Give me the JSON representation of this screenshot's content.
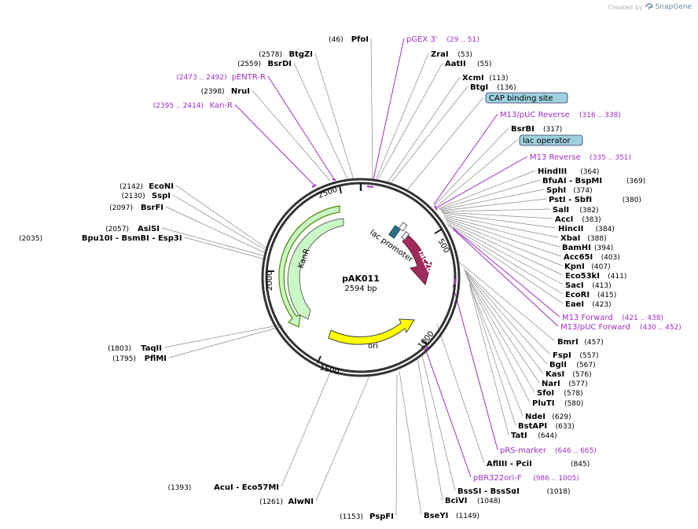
{
  "credit": {
    "created_by": "Created by",
    "brand": "SnapGene"
  },
  "plasmid": {
    "name": "pAK011",
    "size": "2594 bp"
  },
  "ticks": [
    "500",
    "1000",
    "1500",
    "2000",
    "2500"
  ],
  "features": {
    "lacZa": "lacZα",
    "kanr": "KanR",
    "ori": "ori",
    "lac_promoter": "lac promoter"
  },
  "right_labels": [
    {
      "type": "primer",
      "name": "pGEX 3'",
      "pos": "(29 .. 51)"
    },
    {
      "type": "enzyme",
      "name": "ZraI",
      "pos": "(53)"
    },
    {
      "type": "enzyme",
      "name": "AatII",
      "pos": "(55)"
    },
    {
      "type": "enzyme",
      "name": "XcmI",
      "pos": "(113)"
    },
    {
      "type": "enzyme",
      "name": "BtgI",
      "pos": "(136)"
    },
    {
      "type": "box",
      "name": "CAP binding site"
    },
    {
      "type": "primer",
      "name": "M13/pUC Reverse",
      "pos": "(316 .. 338)"
    },
    {
      "type": "enzyme",
      "name": "BsrBI",
      "pos": "(317)"
    },
    {
      "type": "box",
      "name": "lac operator"
    },
    {
      "type": "primer",
      "name": "M13 Reverse",
      "pos": "(335 .. 351)"
    },
    {
      "type": "enzyme",
      "name": "HindIII",
      "pos": "(364)"
    },
    {
      "type": "enzyme",
      "name": "BfuAI - BspMI",
      "pos": "(369)"
    },
    {
      "type": "enzyme",
      "name": "SphI",
      "pos": "(374)"
    },
    {
      "type": "enzyme",
      "name": "PstI - SbfI",
      "pos": "(380)"
    },
    {
      "type": "enzyme",
      "name": "SalI",
      "pos": "(382)"
    },
    {
      "type": "enzyme",
      "name": "AccI",
      "pos": "(383)"
    },
    {
      "type": "enzyme",
      "name": "HincII",
      "pos": "(384)"
    },
    {
      "type": "enzyme",
      "name": "XbaI",
      "pos": "(388)"
    },
    {
      "type": "enzyme",
      "name": "BamHI",
      "pos": "(394)"
    },
    {
      "type": "enzyme",
      "name": "Acc65I",
      "pos": "(403)"
    },
    {
      "type": "enzyme",
      "name": "KpnI",
      "pos": "(407)"
    },
    {
      "type": "enzyme",
      "name": "Eco53kI",
      "pos": "(411)"
    },
    {
      "type": "enzyme",
      "name": "SacI",
      "pos": "(413)"
    },
    {
      "type": "enzyme",
      "name": "EcoRI",
      "pos": "(415)"
    },
    {
      "type": "enzyme",
      "name": "EaeI",
      "pos": "(423)"
    },
    {
      "type": "primer",
      "name": "M13 Forward",
      "pos": "(421 .. 438)"
    },
    {
      "type": "primer",
      "name": "M13/pUC Forward",
      "pos": "(430 .. 452)"
    },
    {
      "type": "enzyme",
      "name": "BmrI",
      "pos": "(457)"
    },
    {
      "type": "enzyme",
      "name": "FspI",
      "pos": "(557)"
    },
    {
      "type": "enzyme",
      "name": "BglI",
      "pos": "(567)"
    },
    {
      "type": "enzyme",
      "name": "KasI",
      "pos": "(576)"
    },
    {
      "type": "enzyme",
      "name": "NarI",
      "pos": "(577)"
    },
    {
      "type": "enzyme",
      "name": "SfoI",
      "pos": "(578)"
    },
    {
      "type": "enzyme",
      "name": "PluTI",
      "pos": "(580)"
    },
    {
      "type": "enzyme",
      "name": "NdeI",
      "pos": "(629)"
    },
    {
      "type": "enzyme",
      "name": "BstAPI",
      "pos": "(633)"
    },
    {
      "type": "enzyme",
      "name": "TatI",
      "pos": "(644)"
    },
    {
      "type": "primer",
      "name": "pRS-marker",
      "pos": "(646 .. 665)"
    },
    {
      "type": "enzyme",
      "name": "AflIII - PciI",
      "pos": "(845)"
    },
    {
      "type": "primer",
      "name": "pBR322ori-F",
      "pos": "(986 .. 1005)"
    },
    {
      "type": "enzyme",
      "name": "BssSI - BssSαI",
      "pos": "(1018)"
    },
    {
      "type": "enzyme",
      "name": "BciVI",
      "pos": "(1048)"
    },
    {
      "type": "enzyme",
      "name": "BseYI",
      "pos": "(1149)"
    }
  ],
  "left_labels": [
    {
      "type": "enzyme",
      "name": "PfoI",
      "pos": "(46)"
    },
    {
      "type": "enzyme",
      "name": "BtgZI",
      "pos": "(2578)"
    },
    {
      "type": "enzyme",
      "name": "BsrDI",
      "pos": "(2559)"
    },
    {
      "type": "primer",
      "name": "pENTR-R",
      "pos": "(2473 .. 2492)"
    },
    {
      "type": "enzyme",
      "name": "NruI",
      "pos": "(2398)"
    },
    {
      "type": "primer",
      "name": "Kan-R",
      "pos": "(2395 .. 2414)"
    },
    {
      "type": "enzyme",
      "name": "EcoNI",
      "pos": "(2142)"
    },
    {
      "type": "enzyme",
      "name": "SspI",
      "pos": "(2130)"
    },
    {
      "type": "enzyme",
      "name": "BsrFI",
      "pos": "(2097)"
    },
    {
      "type": "enzyme",
      "name": "AsiSI",
      "pos": "(2057)"
    },
    {
      "type": "enzyme",
      "name": "Bpu10I - BsmBI - Esp3I",
      "pos": "(2035)"
    },
    {
      "type": "enzyme",
      "name": "TaqII",
      "pos": "(1803)"
    },
    {
      "type": "enzyme",
      "name": "PflMI",
      "pos": "(1795)"
    },
    {
      "type": "enzyme",
      "name": "AcuI - Eco57MI",
      "pos": "(1393)"
    },
    {
      "type": "enzyme",
      "name": "AlwNI",
      "pos": "(1261)"
    },
    {
      "type": "enzyme",
      "name": "PspFI",
      "pos": "(1153)"
    }
  ],
  "colors": {
    "primer": "#9e2ec7",
    "kanr_fill": "#c9f7c5",
    "ori_fill": "#ffff00",
    "lacz_fill": "#a02a5c",
    "promoter_fill": "#2e6f86",
    "box_fill": "#9ed1dd",
    "backbone": "#333333"
  }
}
